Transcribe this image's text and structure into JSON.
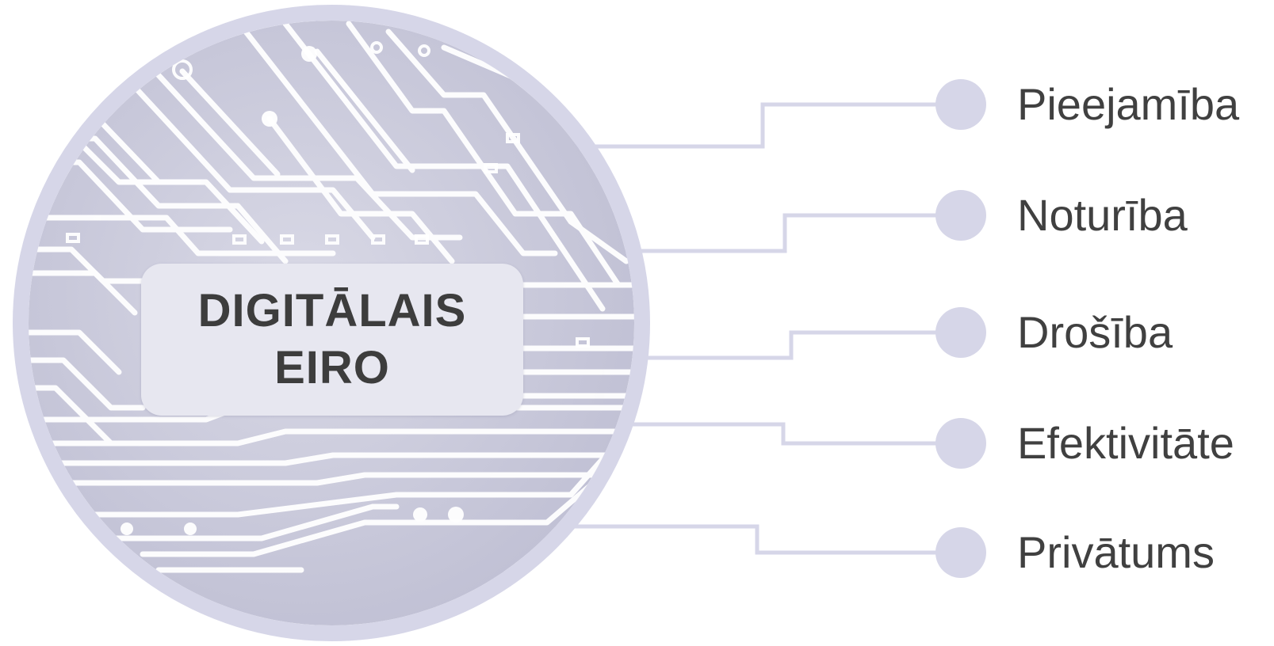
{
  "center": {
    "line1": "DIGITĀLAIS",
    "line2": "EIRO"
  },
  "features": [
    {
      "label": "Pieejamība"
    },
    {
      "label": "Noturība"
    },
    {
      "label": "Drošība"
    },
    {
      "label": "Efektivitāte"
    },
    {
      "label": "Privātums"
    }
  ],
  "colors": {
    "ring": "#d6d6e8",
    "connector": "#d6d6e8",
    "node": "#d6d6e8",
    "board": "#c9c9da",
    "traces": "#ffffff",
    "label_box": "#e7e7f0",
    "text": "#404040"
  }
}
